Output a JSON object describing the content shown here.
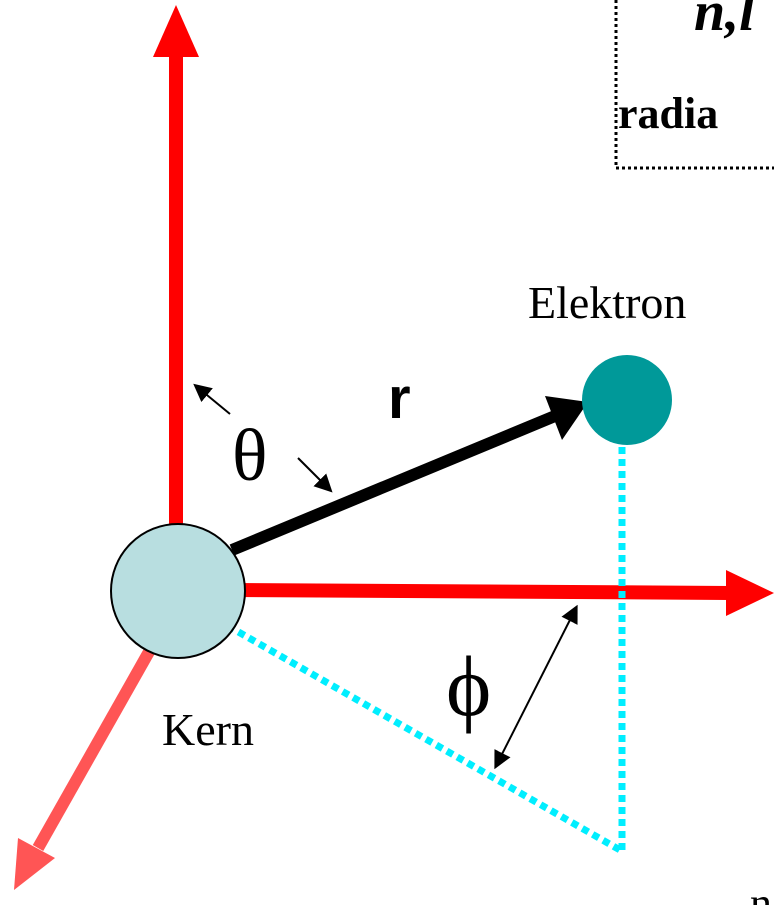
{
  "labels": {
    "electron": "Elektron",
    "nucleus": "Kern",
    "radius_vector": "r",
    "polar_angle": "θ",
    "azimuth_angle": "ϕ"
  },
  "partial_box": {
    "line1": "n,l",
    "line2": "radia"
  },
  "bottom_partial": "n",
  "colors": {
    "axis_red": "#ff0000",
    "axis_faded_red": "#ff5555",
    "electron_teal": "#009999",
    "nucleus_lightblue": "#b8dee0",
    "projection_cyan": "#00eeff",
    "vector_black": "#000000",
    "box_border": "#000000"
  }
}
